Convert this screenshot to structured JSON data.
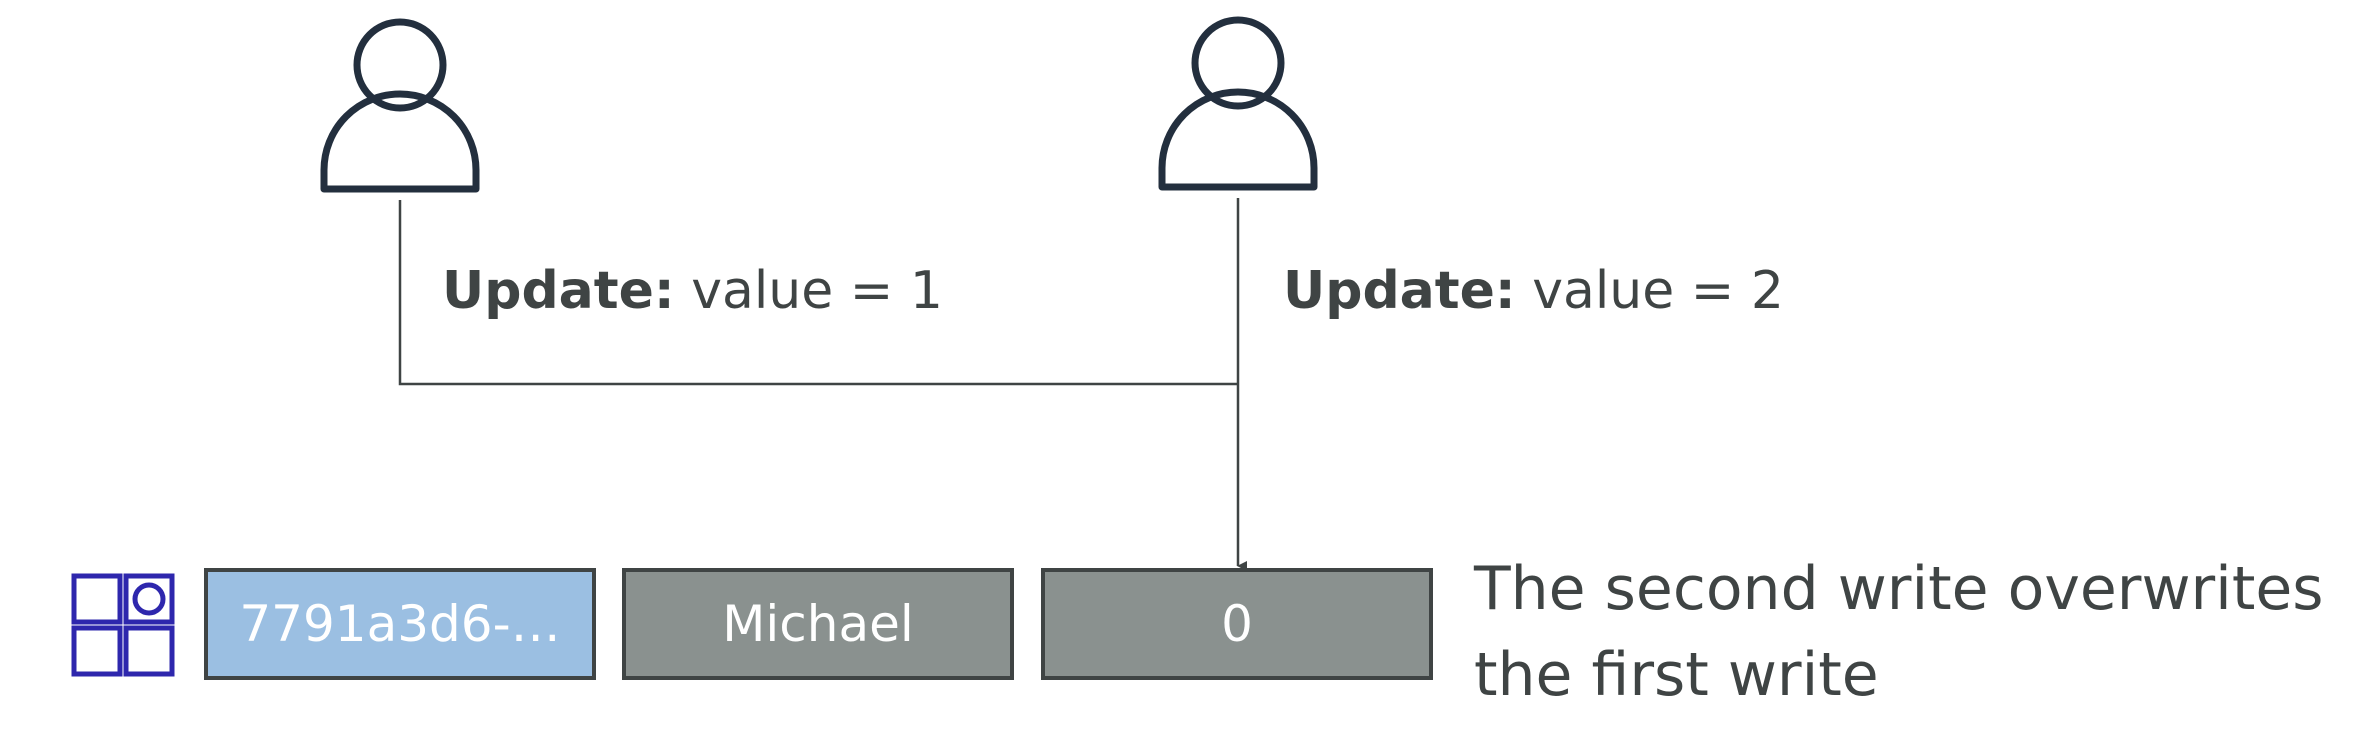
{
  "colors": {
    "stroke": "#3f4444",
    "icon_stroke": "#232f3e",
    "table_icon": "#2e27ad",
    "key_cell": "#9bbfe2",
    "value_cell": "#8a918f",
    "text": "#3f4444"
  },
  "users": [
    {
      "icon": "user-icon",
      "update_keyword": "Update:",
      "update_text": "value = 1"
    },
    {
      "icon": "user-icon",
      "update_keyword": "Update:",
      "update_text": "value = 2"
    }
  ],
  "table_icon": "dynamodb-table-icon",
  "item": {
    "cells": [
      "7791a3d6-…",
      "Michael",
      "0"
    ]
  },
  "caption": {
    "line1": "The second write overwrites",
    "line2": "the first write"
  }
}
